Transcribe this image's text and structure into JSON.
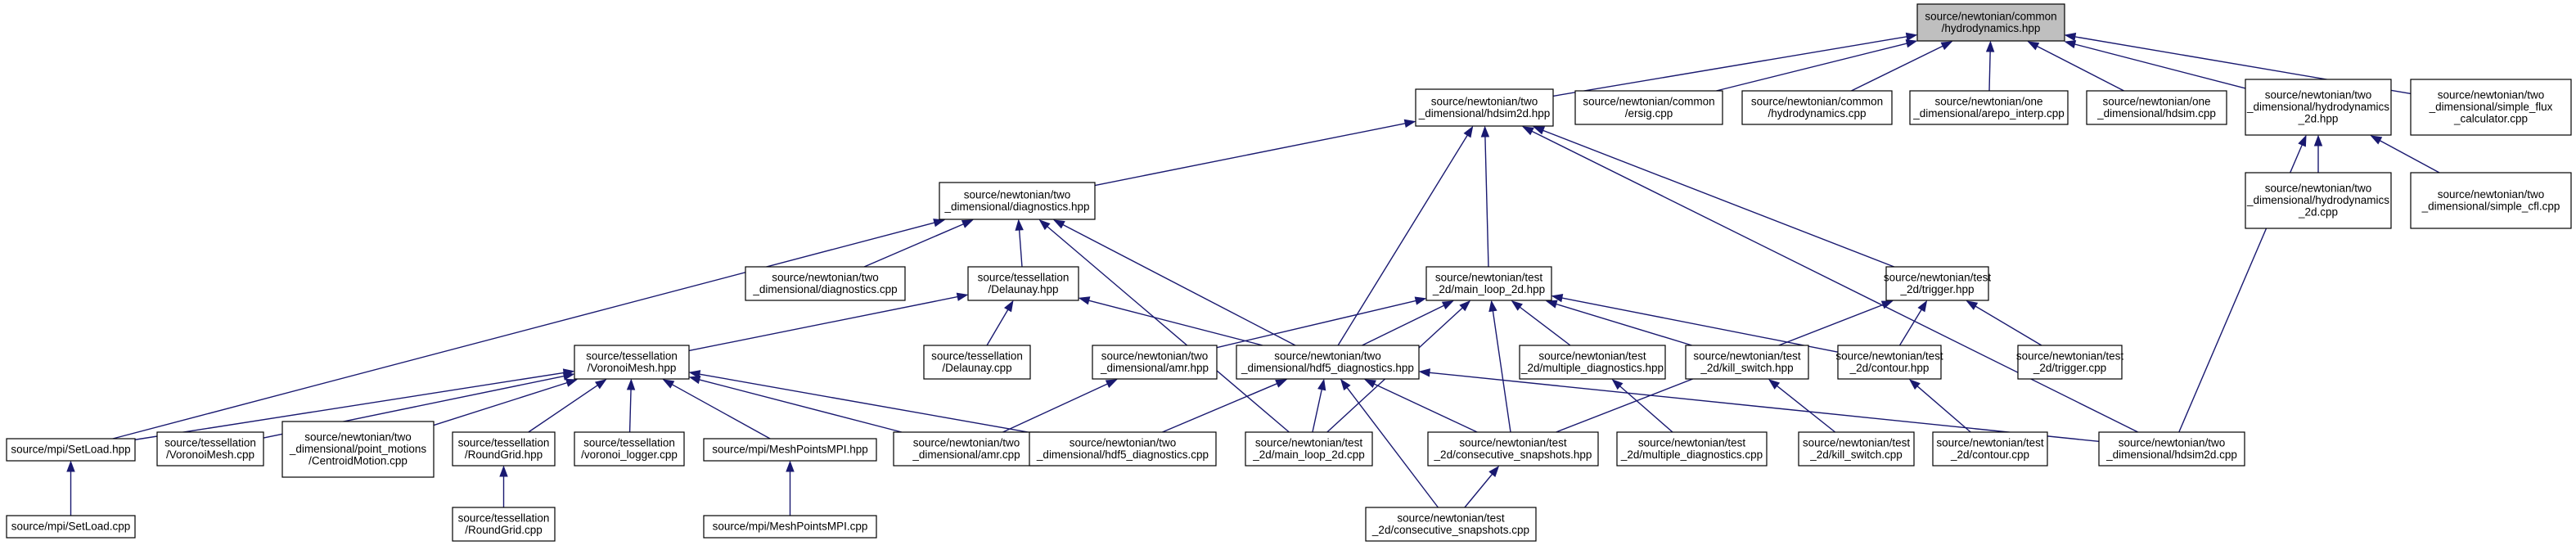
{
  "nodes": [
    {
      "id": "n_hydro",
      "name": "node-hydrodynamics-hpp",
      "lines": [
        "source/newtonian/common",
        "/hydrodynamics.hpp"
      ],
      "root": true
    },
    {
      "id": "n_hdsim2d",
      "name": "node-hdsim2d-hpp",
      "lines": [
        "source/newtonian/two",
        "_dimensional/hdsim2d.hpp"
      ]
    },
    {
      "id": "n_ersig",
      "name": "node-ersig-cpp",
      "lines": [
        "source/newtonian/common",
        "/ersig.cpp"
      ]
    },
    {
      "id": "n_hydrocpp",
      "name": "node-hydrodynamics-cpp",
      "lines": [
        "source/newtonian/common",
        "/hydrodynamics.cpp"
      ]
    },
    {
      "id": "n_arepo",
      "name": "node-arepo-interp-cpp",
      "lines": [
        "source/newtonian/one",
        "_dimensional/arepo_interp.cpp"
      ]
    },
    {
      "id": "n_hdsim1d",
      "name": "node-hdsim-cpp",
      "lines": [
        "source/newtonian/one",
        "_dimensional/hdsim.cpp"
      ]
    },
    {
      "id": "n_hydro2d",
      "name": "node-hydrodynamics-2d-hpp",
      "lines": [
        "source/newtonian/two",
        "_dimensional/hydrodynamics",
        "_2d.hpp"
      ]
    },
    {
      "id": "n_flux",
      "name": "node-simple-flux-calculator-cpp",
      "lines": [
        "source/newtonian/two",
        "_dimensional/simple_flux",
        "_calculator.cpp"
      ]
    },
    {
      "id": "n_hydro2dcpp",
      "name": "node-hydrodynamics-2d-cpp",
      "lines": [
        "source/newtonian/two",
        "_dimensional/hydrodynamics",
        "_2d.cpp"
      ]
    },
    {
      "id": "n_cfl",
      "name": "node-simple-cfl-cpp",
      "lines": [
        "source/newtonian/two",
        "_dimensional/simple_cfl.cpp"
      ]
    },
    {
      "id": "n_diag",
      "name": "node-diagnostics-hpp",
      "lines": [
        "source/newtonian/two",
        "_dimensional/diagnostics.hpp"
      ]
    },
    {
      "id": "n_diagcpp",
      "name": "node-diagnostics-cpp",
      "lines": [
        "source/newtonian/two",
        "_dimensional/diagnostics.cpp"
      ]
    },
    {
      "id": "n_delhpp",
      "name": "node-delaunay-hpp",
      "lines": [
        "source/tessellation",
        "/Delaunay.hpp"
      ]
    },
    {
      "id": "n_delcpp",
      "name": "node-delaunay-cpp",
      "lines": [
        "source/tessellation",
        "/Delaunay.cpp"
      ]
    },
    {
      "id": "n_mainloophpp",
      "name": "node-main-loop-2d-hpp",
      "lines": [
        "source/newtonian/test",
        "_2d/main_loop_2d.hpp"
      ]
    },
    {
      "id": "n_triggerhpp",
      "name": "node-trigger-hpp",
      "lines": [
        "source/newtonian/test",
        "_2d/trigger.hpp"
      ]
    },
    {
      "id": "n_vorhpp",
      "name": "node-voronoimesh-hpp",
      "lines": [
        "source/tessellation",
        "/VoronoiMesh.hpp"
      ]
    },
    {
      "id": "n_amrhpp",
      "name": "node-amr-hpp",
      "lines": [
        "source/newtonian/two",
        "_dimensional/amr.hpp"
      ]
    },
    {
      "id": "n_hdf5hpp",
      "name": "node-hdf5-diagnostics-hpp",
      "lines": [
        "source/newtonian/two",
        "_dimensional/hdf5_diagnostics.hpp"
      ]
    },
    {
      "id": "n_multhpp",
      "name": "node-multiple-diagnostics-hpp",
      "lines": [
        "source/newtonian/test",
        "_2d/multiple_diagnostics.hpp"
      ]
    },
    {
      "id": "n_killhpp",
      "name": "node-kill-switch-hpp",
      "lines": [
        "source/newtonian/test",
        "_2d/kill_switch.hpp"
      ]
    },
    {
      "id": "n_contourhpp",
      "name": "node-contour-hpp",
      "lines": [
        "source/newtonian/test",
        "_2d/contour.hpp"
      ]
    },
    {
      "id": "n_triggercpp",
      "name": "node-trigger-cpp",
      "lines": [
        "source/newtonian/test",
        "_2d/trigger.cpp"
      ]
    },
    {
      "id": "n_setloadhpp",
      "name": "node-setload-hpp",
      "lines": [
        "source/mpi/SetLoad.hpp"
      ]
    },
    {
      "id": "n_vorcpp",
      "name": "node-voronoimesh-cpp",
      "lines": [
        "source/tessellation",
        "/VoronoiMesh.cpp"
      ]
    },
    {
      "id": "n_centroid",
      "name": "node-centroidmotion-cpp",
      "lines": [
        "source/newtonian/two",
        "_dimensional/point_motions",
        "/CentroidMotion.cpp"
      ]
    },
    {
      "id": "n_roundhpp",
      "name": "node-roundgrid-hpp",
      "lines": [
        "source/tessellation",
        "/RoundGrid.hpp"
      ]
    },
    {
      "id": "n_vorlog",
      "name": "node-voronoi-logger-cpp",
      "lines": [
        "source/tessellation",
        "/voronoi_logger.cpp"
      ]
    },
    {
      "id": "n_mpmpihpp",
      "name": "node-meshpointsmpi-hpp",
      "lines": [
        "source/mpi/MeshPointsMPI.hpp"
      ]
    },
    {
      "id": "n_amrcpp",
      "name": "node-amr-cpp",
      "lines": [
        "source/newtonian/two",
        "_dimensional/amr.cpp"
      ]
    },
    {
      "id": "n_hdf5cpp",
      "name": "node-hdf5-diagnostics-cpp",
      "lines": [
        "source/newtonian/two",
        "_dimensional/hdf5_diagnostics.cpp"
      ]
    },
    {
      "id": "n_mainloopcpp",
      "name": "node-main-loop-2d-cpp",
      "lines": [
        "source/newtonian/test",
        "_2d/main_loop_2d.cpp"
      ]
    },
    {
      "id": "n_conshpp",
      "name": "node-consecutive-snapshots-hpp",
      "lines": [
        "source/newtonian/test",
        "_2d/consecutive_snapshots.hpp"
      ]
    },
    {
      "id": "n_multcpp",
      "name": "node-multiple-diagnostics-cpp",
      "lines": [
        "source/newtonian/test",
        "_2d/multiple_diagnostics.cpp"
      ]
    },
    {
      "id": "n_killcpp",
      "name": "node-kill-switch-cpp",
      "lines": [
        "source/newtonian/test",
        "_2d/kill_switch.cpp"
      ]
    },
    {
      "id": "n_contourcpp",
      "name": "node-contour-cpp",
      "lines": [
        "source/newtonian/test",
        "_2d/contour.cpp"
      ]
    },
    {
      "id": "n_hdsim2dcpp",
      "name": "node-hdsim2d-cpp",
      "lines": [
        "source/newtonian/two",
        "_dimensional/hdsim2d.cpp"
      ]
    },
    {
      "id": "n_setloadcpp",
      "name": "node-setload-cpp",
      "lines": [
        "source/mpi/SetLoad.cpp"
      ]
    },
    {
      "id": "n_roundcpp",
      "name": "node-roundgrid-cpp",
      "lines": [
        "source/tessellation",
        "/RoundGrid.cpp"
      ]
    },
    {
      "id": "n_mpmpicpp",
      "name": "node-meshpointsmpi-cpp",
      "lines": [
        "source/mpi/MeshPointsMPI.cpp"
      ]
    },
    {
      "id": "n_conscpp",
      "name": "node-consecutive-snapshots-cpp",
      "lines": [
        "source/newtonian/test",
        "_2d/consecutive_snapshots.cpp"
      ]
    }
  ],
  "edges": [
    [
      "n_hdsim2d",
      "n_hydro"
    ],
    [
      "n_ersig",
      "n_hydro"
    ],
    [
      "n_hydrocpp",
      "n_hydro"
    ],
    [
      "n_arepo",
      "n_hydro"
    ],
    [
      "n_hdsim1d",
      "n_hydro"
    ],
    [
      "n_hydro2d",
      "n_hydro"
    ],
    [
      "n_flux",
      "n_hydro"
    ],
    [
      "n_hydro2dcpp",
      "n_hydro2d"
    ],
    [
      "n_cfl",
      "n_hydro2d"
    ],
    [
      "n_hdsim2dcpp",
      "n_hydro2d"
    ],
    [
      "n_diag",
      "n_hdsim2d"
    ],
    [
      "n_mainloophpp",
      "n_hdsim2d"
    ],
    [
      "n_triggerhpp",
      "n_hdsim2d"
    ],
    [
      "n_hdf5hpp",
      "n_hdsim2d"
    ],
    [
      "n_hdsim2dcpp",
      "n_hdsim2d"
    ],
    [
      "n_diagcpp",
      "n_diag"
    ],
    [
      "n_delhpp",
      "n_diag"
    ],
    [
      "n_hdf5hpp",
      "n_diag"
    ],
    [
      "n_setloadhpp",
      "n_diag"
    ],
    [
      "n_mainloopcpp",
      "n_diag"
    ],
    [
      "n_delcpp",
      "n_delhpp"
    ],
    [
      "n_vorhpp",
      "n_delhpp"
    ],
    [
      "n_hdf5hpp",
      "n_delhpp"
    ],
    [
      "n_amrhpp",
      "n_mainloophpp"
    ],
    [
      "n_hdf5hpp",
      "n_mainloophpp"
    ],
    [
      "n_multhpp",
      "n_mainloophpp"
    ],
    [
      "n_killhpp",
      "n_mainloophpp"
    ],
    [
      "n_contourhpp",
      "n_mainloophpp"
    ],
    [
      "n_conshpp",
      "n_mainloophpp"
    ],
    [
      "n_mainloopcpp",
      "n_mainloophpp"
    ],
    [
      "n_contourhpp",
      "n_triggerhpp"
    ],
    [
      "n_triggercpp",
      "n_triggerhpp"
    ],
    [
      "n_conshpp",
      "n_triggerhpp"
    ],
    [
      "n_setloadhpp",
      "n_vorhpp"
    ],
    [
      "n_vorcpp",
      "n_vorhpp"
    ],
    [
      "n_centroid",
      "n_vorhpp"
    ],
    [
      "n_roundhpp",
      "n_vorhpp"
    ],
    [
      "n_vorlog",
      "n_vorhpp"
    ],
    [
      "n_mpmpihpp",
      "n_vorhpp"
    ],
    [
      "n_amrcpp",
      "n_vorhpp"
    ],
    [
      "n_hdf5cpp",
      "n_vorhpp"
    ],
    [
      "n_amrcpp",
      "n_amrhpp"
    ],
    [
      "n_hdf5cpp",
      "n_hdf5hpp"
    ],
    [
      "n_mainloopcpp",
      "n_hdf5hpp"
    ],
    [
      "n_conshpp",
      "n_hdf5hpp"
    ],
    [
      "n_conscpp",
      "n_hdf5hpp"
    ],
    [
      "n_hdsim2dcpp",
      "n_hdf5hpp"
    ],
    [
      "n_multcpp",
      "n_multhpp"
    ],
    [
      "n_killcpp",
      "n_killhpp"
    ],
    [
      "n_contourcpp",
      "n_contourhpp"
    ],
    [
      "n_conscpp",
      "n_conshpp"
    ],
    [
      "n_setloadcpp",
      "n_setloadhpp"
    ],
    [
      "n_roundcpp",
      "n_roundhpp"
    ],
    [
      "n_mpmpicpp",
      "n_mpmpihpp"
    ]
  ]
}
